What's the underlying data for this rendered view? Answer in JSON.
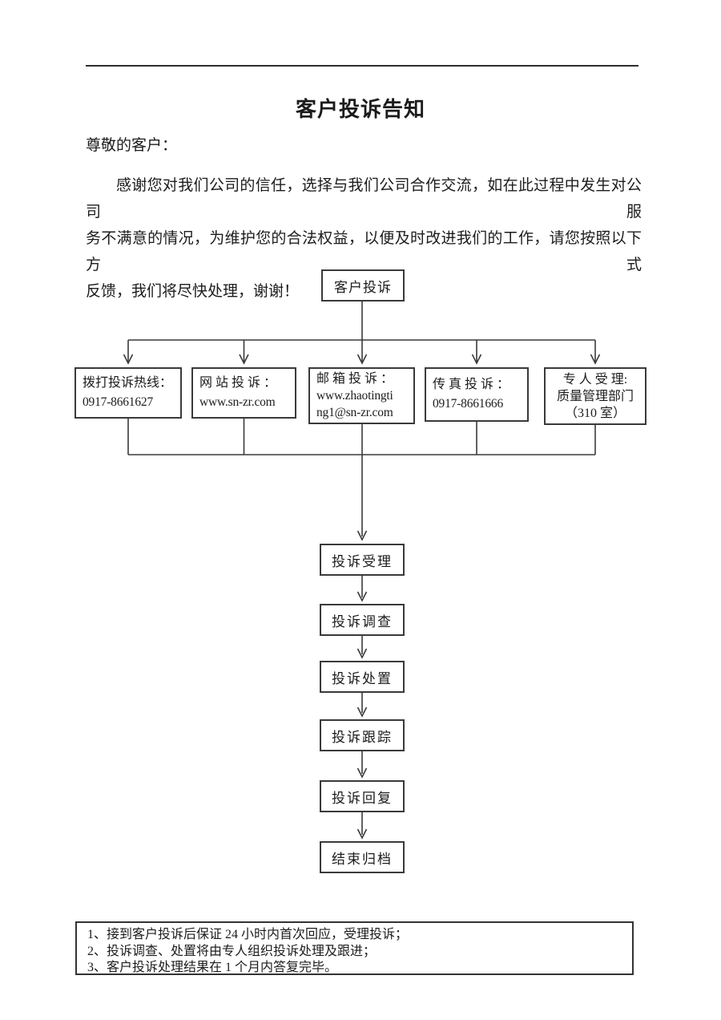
{
  "document": {
    "title": "客户投诉告知",
    "salutation": "尊敬的客户：",
    "paragraph_lines": [
      "感谢您对我们公司的信任，选择与我们公司合作交流，如在此过程中发生对公司服",
      "务不满意的情况，为维护您的合法权益，以便及时改进我们的工作，请您按照以下方式",
      "反馈，我们将尽快处理，谢谢！"
    ]
  },
  "flowchart": {
    "start": "客户投诉",
    "channels": [
      {
        "lines": [
          "拨打投诉热线：",
          "0917-8661627"
        ]
      },
      {
        "lines": [
          "网 站 投 诉 ：",
          "www.sn-zr.com"
        ]
      },
      {
        "lines": [
          "邮 箱 投 诉 ：",
          "www.zhaotingti",
          "ng1@sn-zr.com"
        ]
      },
      {
        "lines": [
          "传 真 投 诉 ：",
          "0917-8661666"
        ]
      },
      {
        "lines": [
          "专 人 受 理:",
          "质量管理部门",
          "（310 室）"
        ]
      }
    ],
    "steps": [
      "投诉受理",
      "投诉调查",
      "投诉处置",
      "投诉跟踪",
      "投诉回复",
      "结束归档"
    ]
  },
  "notes": [
    "1、接到客户投诉后保证 24 小时内首次回应，受理投诉；",
    "2、投诉调查、处置将由专人组织投诉处理及跟进；",
    "3、客户投诉处理结果在 1 个月内答复完毕。"
  ],
  "colors": {
    "ink": "#1c1c1c",
    "line": "#3a3a3a",
    "background": "#ffffff"
  }
}
